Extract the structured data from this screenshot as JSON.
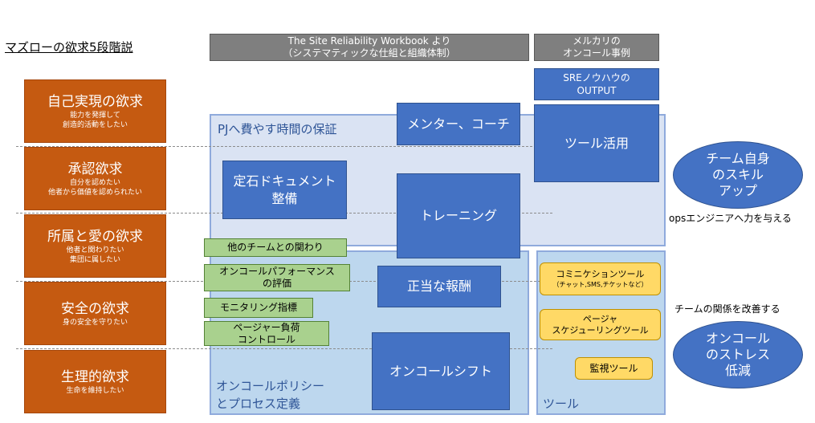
{
  "title": "マズローの欲求5段階説",
  "header_workbook": [
    "The Site Reliability Workbook より",
    "（システマティックな仕組と組織体制）"
  ],
  "header_mercari": [
    "メルカリの",
    "オンコール事例"
  ],
  "sre_output": [
    "SREノウハウの",
    "OUTPUT"
  ],
  "maslow": [
    {
      "title": "自己実現の欲求",
      "sub": [
        "能力を発揮して",
        "創造的活動をしたい"
      ]
    },
    {
      "title": "承認欲求",
      "sub": [
        "自分を認めたい",
        "他者から価値を認められたい"
      ]
    },
    {
      "title": "所属と愛の欲求",
      "sub": [
        "他者と関わりたい",
        "集団に属したい"
      ]
    },
    {
      "title": "安全の欲求",
      "sub": [
        "身の安全を守りたい"
      ]
    },
    {
      "title": "生理的欲求",
      "sub": [
        "生命を維持したい"
      ]
    }
  ],
  "regions": {
    "pj_time": "PJへ費やす時間の保証",
    "oncall_policy": [
      "オンコールポリシー",
      "とプロセス定義"
    ],
    "tools": "ツール"
  },
  "blue_boxes": {
    "mentor": "メンター、コーチ",
    "tool_usage": "ツール活用",
    "standard_docs": [
      "定石ドキュメント",
      "整備"
    ],
    "training": "トレーニング",
    "fair_reward": "正当な報酬",
    "oncall_shift": "オンコールシフト"
  },
  "green_boxes": {
    "other_teams": "他のチームとの関わり",
    "performance": [
      "オンコールパフォーマンス",
      "の評価"
    ],
    "monitoring": "モニタリング指標",
    "pager_load": [
      "ページャー負荷",
      "コントロール"
    ]
  },
  "yellow_boxes": {
    "communication": {
      "title": "コミニケションツール",
      "sub": "（チャット,SMS,チケットなど）"
    },
    "pager_scheduling": [
      "ページャ",
      "スケジューリングツール"
    ],
    "monitoring_tool": "監視ツール"
  },
  "ellipses": {
    "team_skill": [
      "チーム自身",
      "のスキル",
      "アップ"
    ],
    "stress": [
      "オンコール",
      "のストレス",
      "低減"
    ]
  },
  "notes": {
    "ops_power": "opsエンジニアへ力を与える",
    "team_relation": "チームの関係を改善する"
  },
  "colors": {
    "maslow": "#c55a11",
    "blue": "#4472c4",
    "green": "#a9d18e",
    "yellow": "#ffd966",
    "gray": "#7f7f7f",
    "region_light": "#dae3f3",
    "region_mid": "#bdd7ee"
  }
}
